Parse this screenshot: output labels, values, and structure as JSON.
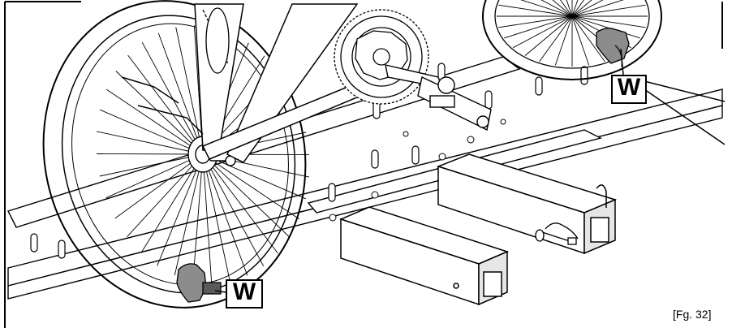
{
  "callouts": {
    "top": "W",
    "bottom": "W"
  },
  "figure_label": "[Fg. 32]",
  "colors": {
    "line": "#000000",
    "background": "#ffffff",
    "strap": "#8c8c8c",
    "strap_dark": "#5a5a5a",
    "part_shade": "#e6e6e6"
  }
}
